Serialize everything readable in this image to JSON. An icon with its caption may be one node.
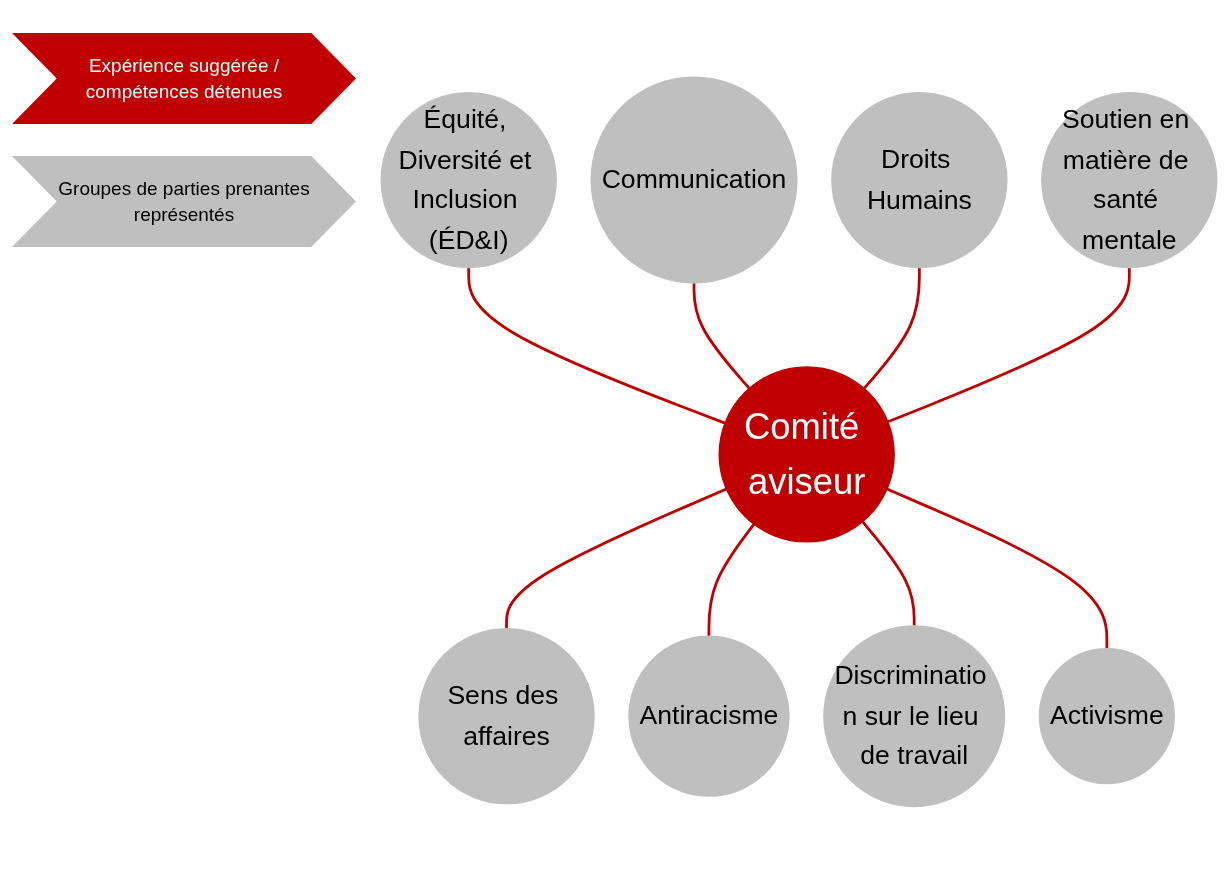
{
  "diagram": {
    "nodes": [
      {
        "text": [
          "Équité, Diversité et Inclusion (ÉD&I)"
        ]
      },
      {
        "text": [
          "Communication"
        ]
      },
      {
        "text": [
          "Droits Humains"
        ]
      },
      {
        "text": [
          "Soutien en matière de santé mentale"
        ]
      },
      {
        "text": [
          "Comité aviseur"
        ]
      },
      {
        "text": [
          "Sens des affaires"
        ]
      },
      {
        "text": [
          "Antiracisme"
        ]
      },
      {
        "text": [
          "Discriminatio n sur le lieu de travail"
        ]
      },
      {
        "text": [
          "Activisme"
        ]
      }
    ],
    "edges": [
      {
        "from": 0,
        "to": 4,
        "arrow": "none"
      },
      {
        "from": 1,
        "to": 4,
        "arrow": "none"
      },
      {
        "from": 2,
        "to": 4,
        "arrow": "none"
      },
      {
        "from": 3,
        "to": 4,
        "arrow": "none"
      },
      {
        "from": 4,
        "to": 5,
        "arrow": "none"
      },
      {
        "from": 4,
        "to": 6,
        "arrow": "none"
      },
      {
        "from": 4,
        "to": 7,
        "arrow": "none"
      },
      {
        "from": 4,
        "to": 8,
        "arrow": "none"
      }
    ],
    "legend": [
      {
        "text": "Expérience suggérée / compétences détenues",
        "color": "#c00000"
      },
      {
        "text": "Groupes de parties prenantes représentés",
        "color": "#bfbfbf"
      }
    ]
  }
}
